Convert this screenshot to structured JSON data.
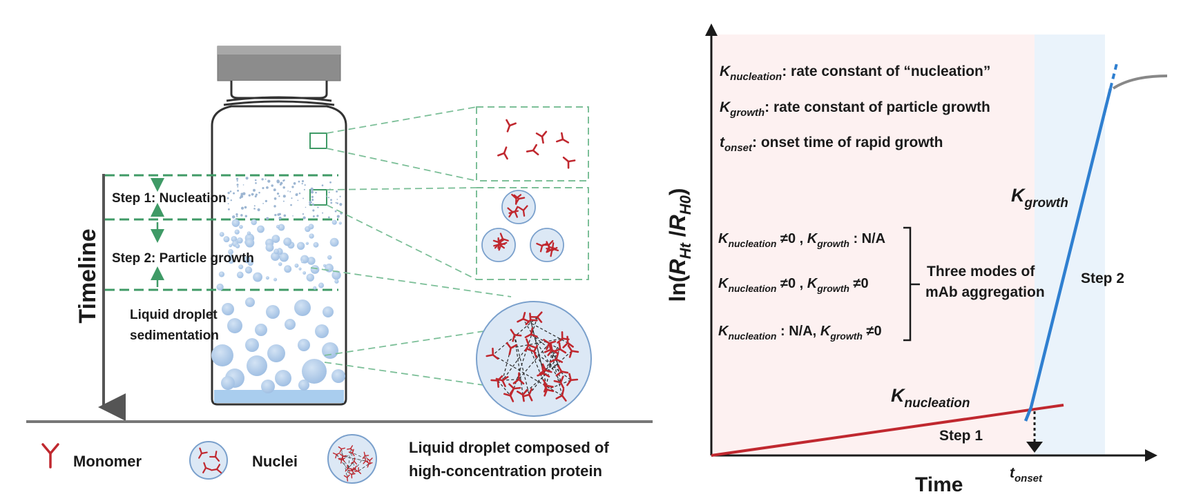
{
  "left_panel": {
    "timeline_label": "Timeline",
    "step1_label": "Step 1: Nucleation",
    "step2_label": "Step 2: Particle growth",
    "sedimentation_label_line1": "Liquid droplet",
    "sedimentation_label_line2": "sedimentation"
  },
  "legend": {
    "monomer": "Monomer",
    "nuclei": "Nuclei",
    "droplet_line1": "Liquid droplet composed of",
    "droplet_line2": "high-concentration protein"
  },
  "right_panel": {
    "y_axis": {
      "main": "ln(",
      "r1": "R",
      "r1_sub": "Ht",
      "slash": " /",
      "r2": "R",
      "r2_sub": "H0",
      "close": ")"
    },
    "x_axis": "Time",
    "defs": [
      {
        "sym": "K",
        "sub": "nucleation",
        "text": ": rate constant of “nucleation”"
      },
      {
        "sym": "K",
        "sub": "growth",
        "text": ": rate constant of particle growth"
      },
      {
        "sym": "t",
        "sub": "onset",
        "text": ": onset time of rapid growth"
      }
    ],
    "modes": {
      "m1": {
        "k1": "K",
        "k1_sub": "nucleation",
        "mid": " ≠0 , ",
        "k2": "K",
        "k2_sub": "growth",
        "end": " : N/A"
      },
      "m2": {
        "k1": "K",
        "k1_sub": "nucleation",
        "mid": " ≠0 , ",
        "k2": "K",
        "k2_sub": "growth",
        "end": " ≠0"
      },
      "m3": {
        "k1": "K",
        "k1_sub": "nucleation",
        "mid": " : N/A, ",
        "k2": "K",
        "k2_sub": "growth",
        "end": " ≠0"
      },
      "label_line1": "Three modes of",
      "label_line2": "mAb aggregation"
    },
    "k_growth": {
      "sym": "K",
      "sub": "growth"
    },
    "k_nucleation": {
      "sym": "K",
      "sub": "nucleation"
    },
    "step1": "Step 1",
    "step2": "Step 2",
    "t_onset": {
      "sym": "t",
      "sub": "onset"
    }
  },
  "colors": {
    "red": "#c0282f",
    "blue": "#2f7fd0",
    "green_dash": "#3f9a66",
    "droplet": "#a9c6e6",
    "droplet_edge": "#6f95c4",
    "pink_bg": "#fdf1f1",
    "blue_bg": "#eaf3fb",
    "gray_axis": "#555555"
  }
}
